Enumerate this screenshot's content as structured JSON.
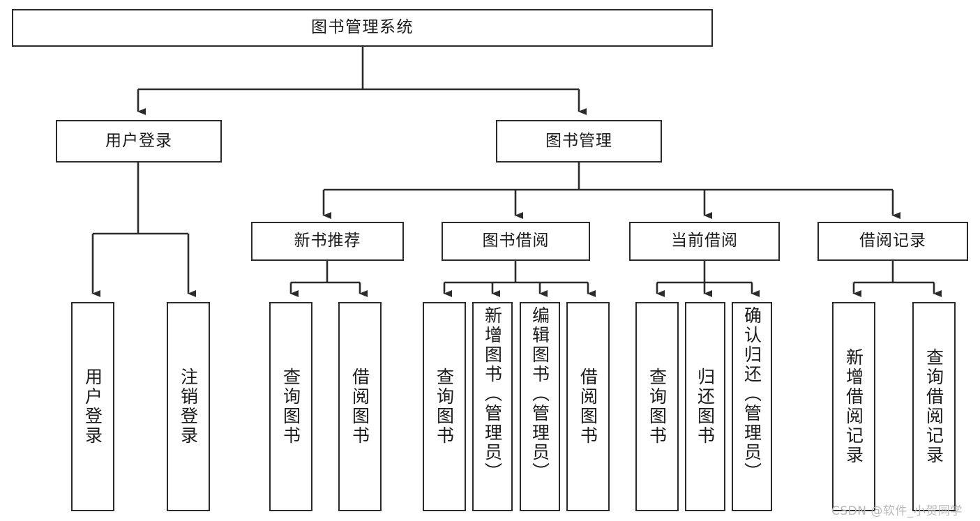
{
  "diagram": {
    "title": "图书管理系统",
    "root": {
      "label": "图书管理系统"
    },
    "level1": [
      {
        "label": "用户登录"
      },
      {
        "label": "图书管理"
      }
    ],
    "level2": [
      {
        "label": "新书推荐"
      },
      {
        "label": "图书借阅"
      },
      {
        "label": "当前借阅"
      },
      {
        "label": "借阅记录"
      }
    ],
    "leaves": {
      "user_login": [
        {
          "label": "用户登录"
        },
        {
          "label": "注销登录"
        }
      ],
      "new_book": [
        {
          "label": "查询图书"
        },
        {
          "label": "借阅图书"
        }
      ],
      "borrow_book": [
        {
          "label": "查询图书"
        },
        {
          "label": "新增图书（管理员）"
        },
        {
          "label": "编辑图书（管理员）"
        },
        {
          "label": "借阅图书"
        }
      ],
      "current_borrow": [
        {
          "label": "查询图书"
        },
        {
          "label": "归还图书"
        },
        {
          "label": "确认归还（管理员）"
        }
      ],
      "borrow_record": [
        {
          "label": "新增借阅记录"
        },
        {
          "label": "查询借阅记录"
        }
      ]
    }
  },
  "watermark": {
    "text": "CSDN @软件_小贺同学"
  },
  "colors": {
    "stroke": "#2b2b2b",
    "background": "#ffffff",
    "text": "#1a1a1a",
    "watermark": "#b9b9b9"
  }
}
